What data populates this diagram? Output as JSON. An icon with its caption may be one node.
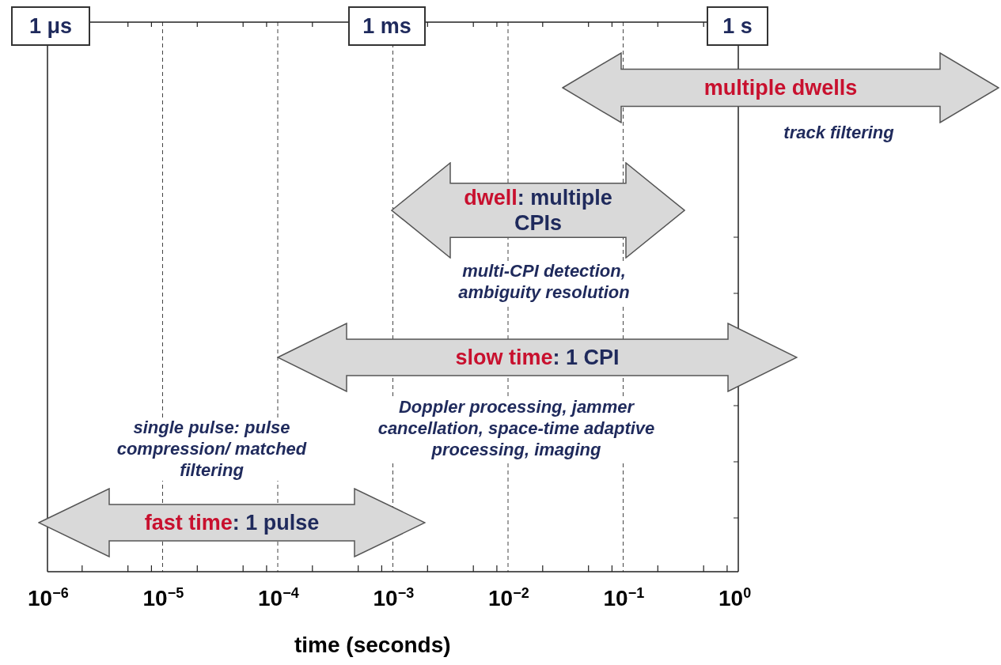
{
  "diagram": {
    "nodes": [
      {
        "text": [
          "1 μs"
        ]
      },
      {
        "text": [
          "1 ms"
        ]
      },
      {
        "text": [
          "1 s"
        ]
      },
      {
        "text": [
          "multiple dwells"
        ],
        "beside": [
          "track filtering"
        ]
      },
      {
        "text": [
          "dwell: multiple CPIs"
        ],
        "beside": [
          "multi-CPI detection, ambiguity resolution"
        ]
      },
      {
        "text": [
          "slow time: 1 CPI"
        ],
        "beside": [
          "Doppler processing, jammer cancellation, space-time adaptive processing, imaging"
        ]
      },
      {
        "text": [
          "fast time: 1 pulse"
        ],
        "beside": [
          "single pulse: pulse compression/ matched filtering"
        ]
      }
    ],
    "edges": [],
    "labels": [
      "10$^{−6}$",
      "10$^{−5}$",
      "10$^{−4}$",
      "10$^{−3}$",
      "10$^{−2}$",
      "10$^{−1}$",
      "10$^{0}$",
      "time (seconds)"
    ]
  }
}
